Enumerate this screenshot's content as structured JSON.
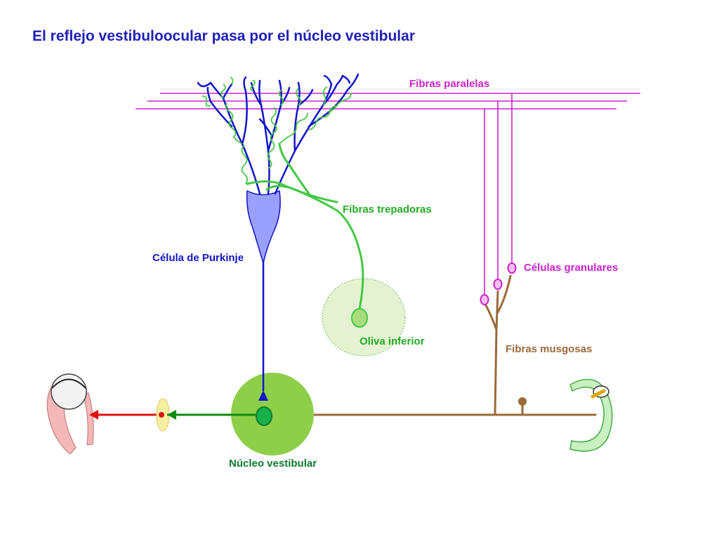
{
  "title": "El reflejo vestibuloocular pasa por el núcleo vestibular",
  "labels": {
    "parallel_fibers": "Fibras paralelas",
    "climbing_fibers": "Fibras trepadoras",
    "purkinje_cell": "Célula de Purkinje",
    "granule_cells": "Células granulares",
    "inferior_olive": "Oliva inferior",
    "mossy_fibers": "Fibras musgosas",
    "vestibular_nucleus": "Núcleo vestibular"
  },
  "colors": {
    "title": "#1f1fb8",
    "purkinje": "#1414c8",
    "purkinje_soma": "#9aa0ff",
    "climbing": "#44c844",
    "parallel": "#cc22cc",
    "mossy": "#9a6a3a",
    "nucleus": "#8ecf4a",
    "olive_fill": "#e4f2d2",
    "motor_green": "#0f8a0f",
    "sensory_red": "#e01010",
    "eye_pink": "#f4b8b8",
    "ganglion_yellow": "#f8f0a0",
    "canal_green": "#c8f0c0"
  }
}
